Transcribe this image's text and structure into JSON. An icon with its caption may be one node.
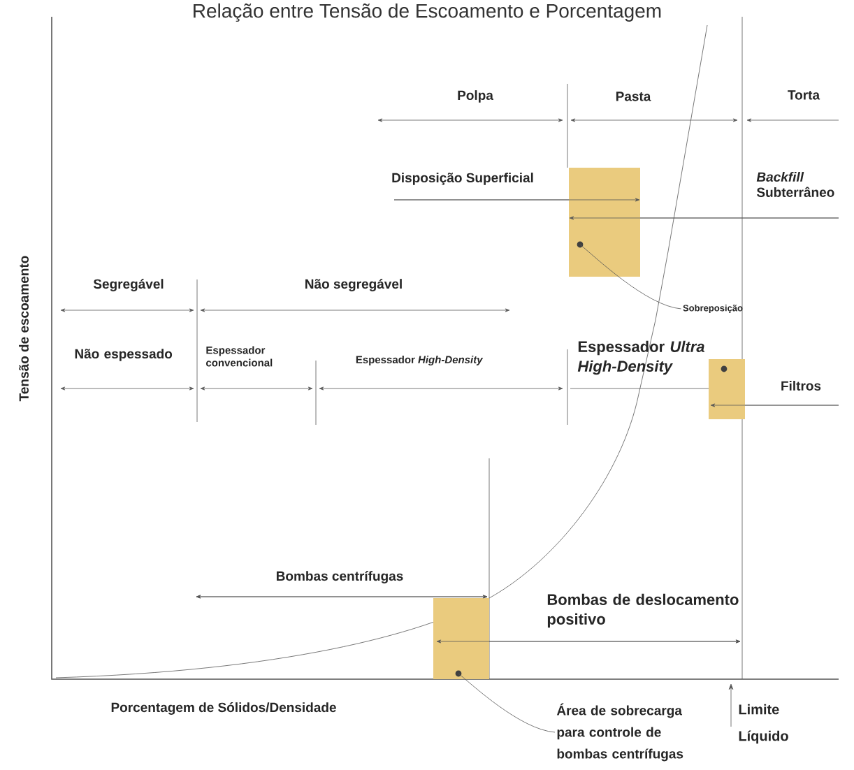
{
  "diagram": {
    "title": "Relação entre Tensão de Escoamento e Porcentagem",
    "nodes": [
      {
        "text": [
          "Sobreposição"
        ]
      },
      {
        "text": [],
        "shape": "box"
      },
      {
        "text": [],
        "shape": "box"
      },
      {
        "text": [],
        "shape": "box"
      },
      {
        "text": [
          "Área de sobrecarga para controle de bombas centrífugas"
        ]
      },
      {
        "text": [
          "Limite Líquido"
        ]
      }
    ],
    "edges": [
      {
        "from": 0,
        "to": 1,
        "arrow": "none"
      },
      {
        "from": 4,
        "to": 3,
        "arrow": "none"
      },
      {
        "from": 5,
        "to": null,
        "arrow": "to"
      }
    ],
    "labels": [
      "Polpa",
      "Pasta",
      "Torta",
      "Disposição Superficial",
      "*Backfill* Subterrâneo",
      "Segregável",
      "Não segregável",
      "Não espessado",
      "Espessador convencional",
      "Espessador *High-Density*",
      "Espessador *Ultra High-Density*",
      "Filtros",
      "Bombas centrífugas",
      "Bombas de deslocamento positivo",
      "Porcentagem de Sólidos/Densidade",
      "Tensão de escoamento"
    ]
  }
}
